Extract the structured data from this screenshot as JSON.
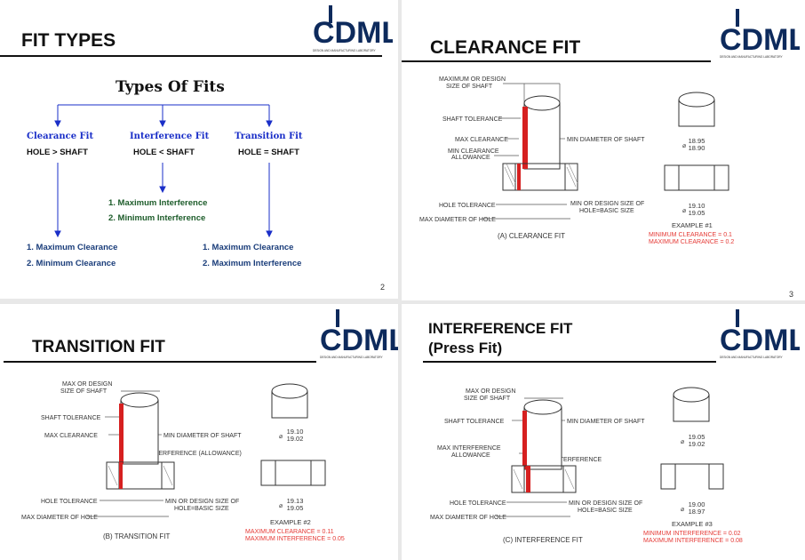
{
  "logo": {
    "text": "CDML",
    "caption": "DESIGN AND MANUFACTURING LABORATORY"
  },
  "slide1": {
    "title": "FIT TYPES",
    "subtitle": "Types Of Fits",
    "fits": [
      {
        "name": "Clearance Fit",
        "relation": "HOLE > SHAFT"
      },
      {
        "name": "Interference Fit",
        "relation": "HOLE < SHAFT"
      },
      {
        "name": "Transition Fit",
        "relation": "HOLE = SHAFT"
      }
    ],
    "interference_items": [
      "1. Maximum Interference",
      "2. Minimum Interference"
    ],
    "clearance_items": [
      "1. Maximum Clearance",
      "2. Minimum Clearance"
    ],
    "transition_items": [
      "1. Maximum Clearance",
      "2. Maximum Interference"
    ],
    "page": "2"
  },
  "slide2": {
    "title": "CLEARANCE FIT",
    "labels": {
      "max_design": [
        "MAXIMUM OR DESIGN",
        "SIZE OF SHAFT"
      ],
      "shaft_tol": "SHAFT TOLERANCE",
      "max_clear": "MAX CLEARANCE",
      "min_clear": [
        "MIN CLEARANCE",
        "ALLOWANCE"
      ],
      "min_dia": "MIN DIAMETER OF SHAFT",
      "hole_tol": "HOLE TOLERANCE",
      "min_design": [
        "MIN OR DESIGN SIZE OF",
        "HOLE=BASIC SIZE"
      ],
      "max_dia_hole": "MAX DIAMETER OF HOLE",
      "caption": "(A) CLEARANCE FIT"
    },
    "shaft_dims": [
      "18.95",
      "18.90"
    ],
    "hole_dims": [
      "19.10",
      "19.05"
    ],
    "example": "EXAMPLE #1",
    "results": [
      "MINIMUM CLEARANCE = 0.1",
      "MAXIMUM CLEARANCE = 0.2"
    ],
    "page": "3"
  },
  "slide3": {
    "title": "TRANSITION FIT",
    "labels": {
      "max_design": [
        "MAX OR DESIGN",
        "SIZE OF SHAFT"
      ],
      "shaft_tol": "SHAFT TOLERANCE",
      "max_clear": "MAX CLEARANCE",
      "min_dia": "MIN DIAMETER OF SHAFT",
      "max_interf": "MAX INTERFERENCE (ALLOWANCE)",
      "hole_tol": "HOLE TOLERANCE",
      "min_design": [
        "MIN OR DESIGN SIZE OF",
        "HOLE=BASIC SIZE"
      ],
      "max_dia_hole": "MAX DIAMETER OF HOLE",
      "caption": "(B) TRANSITION FIT"
    },
    "shaft_dims": [
      "19.10",
      "19.02"
    ],
    "hole_dims": [
      "19.13",
      "19.05"
    ],
    "example": "EXAMPLE #2",
    "results": [
      "MAXIMUM CLEARANCE = 0.11",
      "MAXIMUM INTERFERENCE = 0.05"
    ]
  },
  "slide4": {
    "title": [
      "INTERFERENCE FIT",
      "(Press Fit)"
    ],
    "labels": {
      "max_design": [
        "MAX OR DESIGN",
        "SIZE OF SHAFT"
      ],
      "shaft_tol": "SHAFT TOLERANCE",
      "min_dia": "MIN DIAMETER OF SHAFT",
      "max_interf": [
        "MAX INTERFERENCE",
        "ALLOWANCE"
      ],
      "min_interf": "MIN INTERFERENCE",
      "hole_tol": "HOLE TOLERANCE",
      "min_design": [
        "MIN OR DESIGN SIZE OF",
        "HOLE=BASIC SIZE"
      ],
      "max_dia_hole": "MAX DIAMETER OF HOLE",
      "caption": "(C) INTERFERENCE FIT"
    },
    "shaft_dims": [
      "19.05",
      "19.02"
    ],
    "hole_dims": [
      "19.00",
      "18.97"
    ],
    "example": "EXAMPLE #3",
    "results": [
      "MINIMUM INTERFERENCE = 0.02",
      "MAXIMUM INTERFERENCE = 0.08"
    ]
  },
  "colors": {
    "fit_blue": "#1a2fc8",
    "results_red": "#e53935",
    "shaft_red": "#d62020"
  }
}
